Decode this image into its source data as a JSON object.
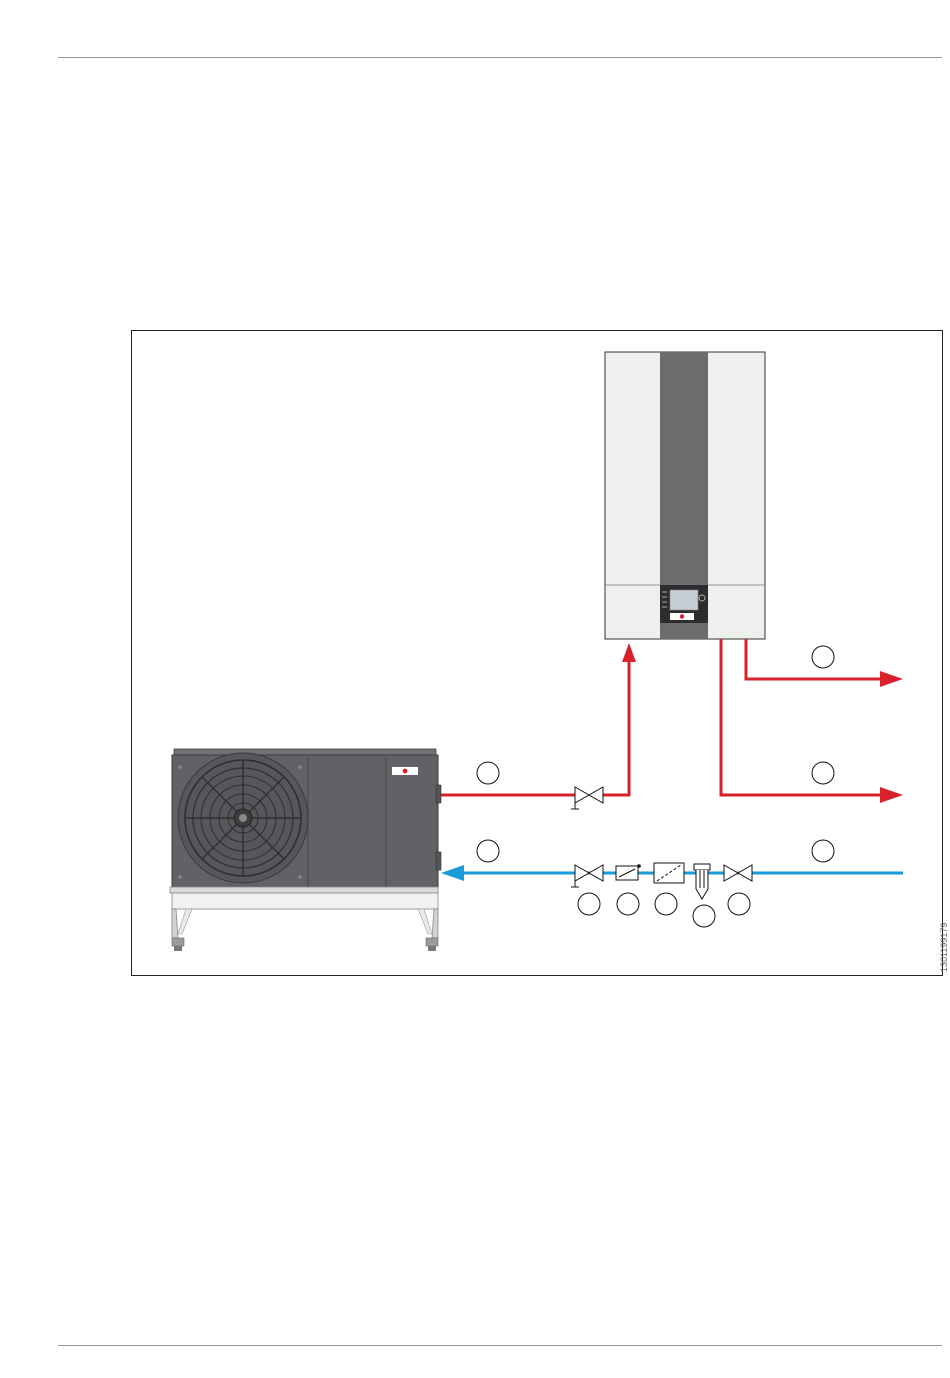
{
  "figure": {
    "id_text": "1301199179",
    "colors": {
      "supply": "#d7212b",
      "return": "#1b9ad8",
      "unit_body": "#606265",
      "unit_panel": "#eef0ed",
      "unit_center": "#6b6c6d",
      "frame": "#222222"
    },
    "components": {
      "outdoor_unit": "heat-pump-outdoor-unit",
      "indoor_unit": "indoor-hydraulic-unit",
      "valves": [
        "shutoff-valve",
        "shutoff-valve",
        "shutoff-valve"
      ],
      "inline_devices": [
        "magnetic-filter",
        "dirt-separator",
        "strainer"
      ]
    }
  }
}
